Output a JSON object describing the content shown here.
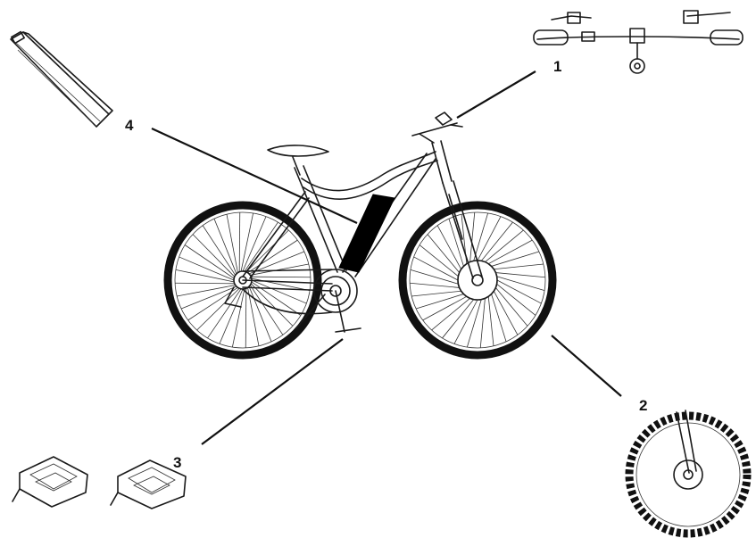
{
  "callouts": [
    {
      "number": "1",
      "part": "handlebar"
    },
    {
      "number": "2",
      "part": "front-wheel"
    },
    {
      "number": "3",
      "part": "pedals"
    },
    {
      "number": "4",
      "part": "battery"
    }
  ],
  "colors": {
    "line": "#111111",
    "background": "#ffffff",
    "frame_fill": "#ffffff",
    "battery": "#000000"
  }
}
